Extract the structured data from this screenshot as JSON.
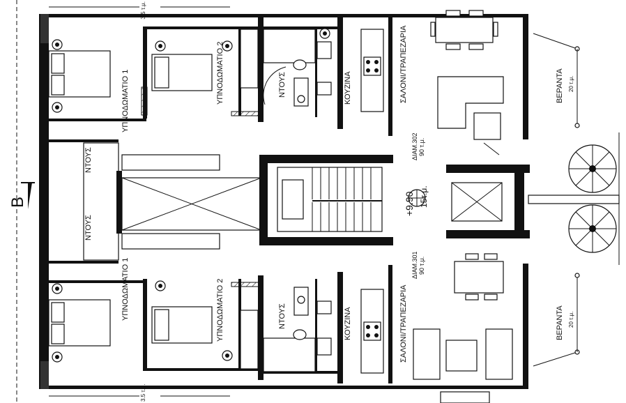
{
  "plan": {
    "section_marker": "B",
    "unit_north": {
      "bedroom1": "ΥΠΝΟΔΩΜΑΤΙΟ 1",
      "bedroom2": "ΥΠΝΟΔΩΜΑΤΙΟ 2",
      "shower_bath": "ΝΤΟΥΣ",
      "shower_hall": "ΝΤΟΥΣ",
      "kitchen": "ΚΟΥΖΙΝΑ",
      "living": "ΣΑΛΟΝΙ/ΤΡΑΠΕΖΑΡΙΑ",
      "veranda": "ΒΕΡΑΝΤΑ",
      "veranda_area": "20 τ.μ.",
      "apartment": "ΔΙΑΜ.302",
      "apartment_area": "90 τ.μ.",
      "balcony_area": "3.5 τ.μ."
    },
    "unit_south": {
      "bedroom1": "ΥΠΝΟΔΩΜΑΤΙΟ 1",
      "bedroom2": "ΥΠΝΟΔΩΜΑΤΙΟ 2",
      "shower_bath": "ΝΤΟΥΣ",
      "shower_hall": "ΝΤΟΥΣ",
      "kitchen": "ΚΟΥΖΙΝΑ",
      "living": "ΣΑΛΟΝΙ/ΤΡΑΠΕΖΑΡΙΑ",
      "veranda": "ΒΕΡΑΝΤΑ",
      "veranda_area": "20 τ.μ.",
      "apartment": "ΔΙΑΜ.301",
      "apartment_area": "90 τ.μ.",
      "balcony_area": "3.5 τ.μ."
    },
    "landing_level": "+9.90",
    "landing_area": "15τ.μ."
  }
}
